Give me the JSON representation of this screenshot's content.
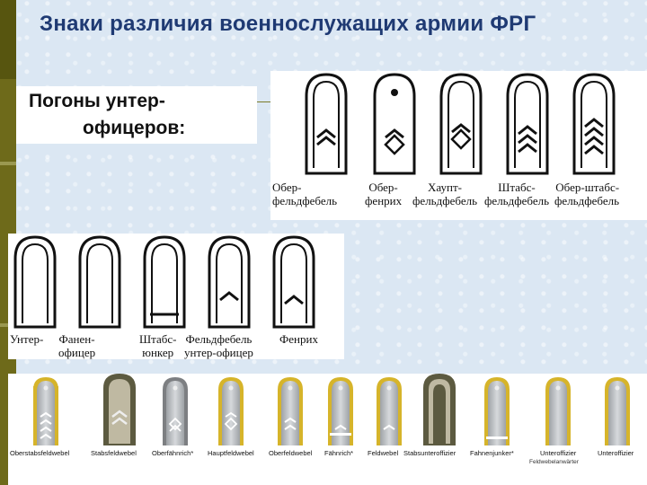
{
  "title": "Знаки различия военнослужащих армии ФРГ",
  "subtitle": {
    "line1": "Погоны унтер-",
    "line2": "офицеров:"
  },
  "panel_top": {
    "labels": [
      {
        "l1": "Обер-",
        "l2": "фельдфебель"
      },
      {
        "l1": "Обер-",
        "l2": "фенрих"
      },
      {
        "l1": "Хаупт-",
        "l2": "фельдфебель"
      },
      {
        "l1": "Штабс-",
        "l2": "фельдфебель"
      },
      {
        "l1": "Обер-штабс-",
        "l2": "фельдфебель"
      }
    ]
  },
  "panel_mid": {
    "labels": [
      {
        "l1": "Унтер-",
        "l2": ""
      },
      {
        "l1": "Фанен-",
        "l2": "офицер"
      },
      {
        "l1": "Штабс-",
        "l2": "юнкер"
      },
      {
        "l1": "Фельдфебель",
        "l2": "унтер-офицер"
      },
      {
        "l1": "Фенрих",
        "l2": ""
      }
    ]
  },
  "panel_bottom": {
    "labels": [
      "Oberstabsfeldwebel",
      "Stabsfeldwebel",
      "Oberfähnrich*",
      "Hauptfeldwebel",
      "Oberfeldwebel",
      "Fähnrich*",
      "Feldwebel",
      "Stabsunteroffizier",
      "Fahnenjunker*",
      "Unteroffizier",
      "Unteroffizier"
    ],
    "extra": "Feldwebelanwärter"
  },
  "colors": {
    "title": "#1f3a73",
    "background": "#dbe7f3",
    "left_bar": "#6e6a1a",
    "strap_fill": "#c8cbcf",
    "gold_edge": "#d6b42a",
    "dark_strap": "#5c5a40"
  }
}
